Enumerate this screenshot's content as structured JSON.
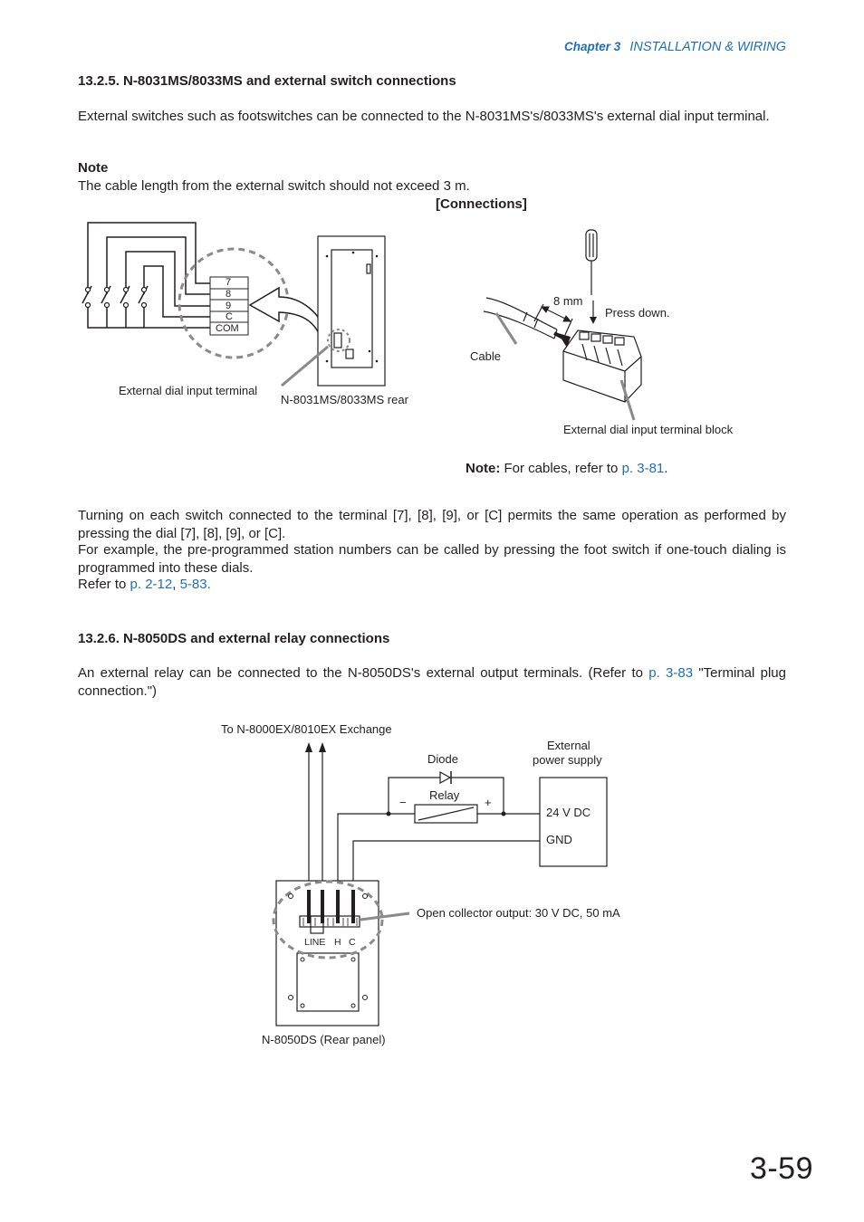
{
  "header": {
    "chapter": "Chapter 3",
    "section": "INSTALLATION & WIRING"
  },
  "sec1": {
    "title": "13.2.5. N-8031MS/8033MS and external switch connections",
    "intro": "External switches such as footswitches can be connected to the N-8031MS's/8033MS's external dial input terminal.",
    "note_heading": "Note",
    "note_text": "The cable length from the external switch should not exceed 3 m.",
    "connections_label": "[Connections]",
    "terminal_labels": [
      "7",
      "8",
      "9",
      "C",
      "COM"
    ],
    "ext_dial_label": "External dial input terminal",
    "rear_label": "N-8031MS/8033MS rear",
    "mm_label": "8 mm",
    "press_label": "Press down.",
    "cable_label": "Cable",
    "block_label": "External dial input terminal block",
    "cable_note_bold": "Note:",
    "cable_note_text": "For cables, refer to",
    "cable_note_link": "p. 3-81",
    "cable_note_end": ".",
    "para1": "Turning on each switch connected to the terminal [7], [8], [9], or [C] permits the same operation as performed by pressing the dial [7], [8], [9], or [C].",
    "para2": "For example, the pre-programmed station numbers can be called by pressing the foot switch if one-touch dialing is programmed into these dials.",
    "refer_text": "Refer to",
    "refer_link1": "p. 2-12",
    "refer_sep": ",",
    "refer_link2": "5-83."
  },
  "sec2": {
    "title": "13.2.6. N-8050DS and external relay connections",
    "intro_a": "An external relay can be connected to the N-8050DS's external output terminals. (Refer to",
    "intro_link": "p. 3-83",
    "intro_b": "\"Terminal plug connection.\")",
    "exchange_label": "To N-8000EX/8010EX Exchange",
    "diode_label": "Diode",
    "ext_power_label1": "External",
    "ext_power_label2": "power supply",
    "relay_label": "Relay",
    "minus_label": "−",
    "plus_label": "+",
    "v24_label": "24 V DC",
    "gnd_label": "GND",
    "open_collector_label": "Open collector output: 30 V DC, 50 mA",
    "line_label": "LINE",
    "h_label": "H",
    "c_label": "C",
    "rear_panel_label": "N-8050DS (Rear panel)"
  },
  "page_number": "3-59"
}
